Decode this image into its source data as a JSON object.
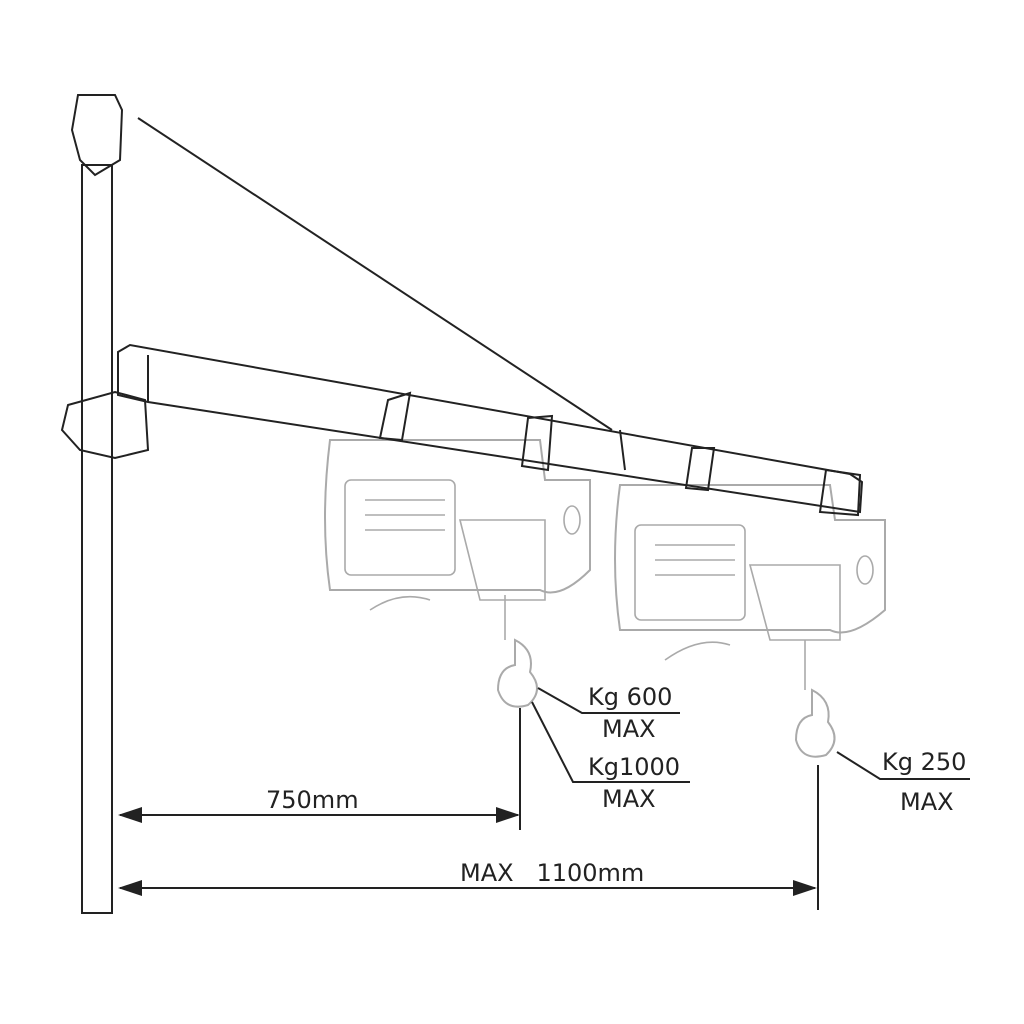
{
  "labels": {
    "load_600": "Kg 600",
    "load_600_max": "MAX",
    "load_1000": "Kg1000",
    "load_1000_max": "MAX",
    "load_250": "Kg 250",
    "load_250_max": "MAX",
    "dim_750": "750mm",
    "dim_1100": "MAX   1100mm"
  },
  "colors": {
    "ink": "#222222",
    "hoist": "#aaaaaa"
  }
}
